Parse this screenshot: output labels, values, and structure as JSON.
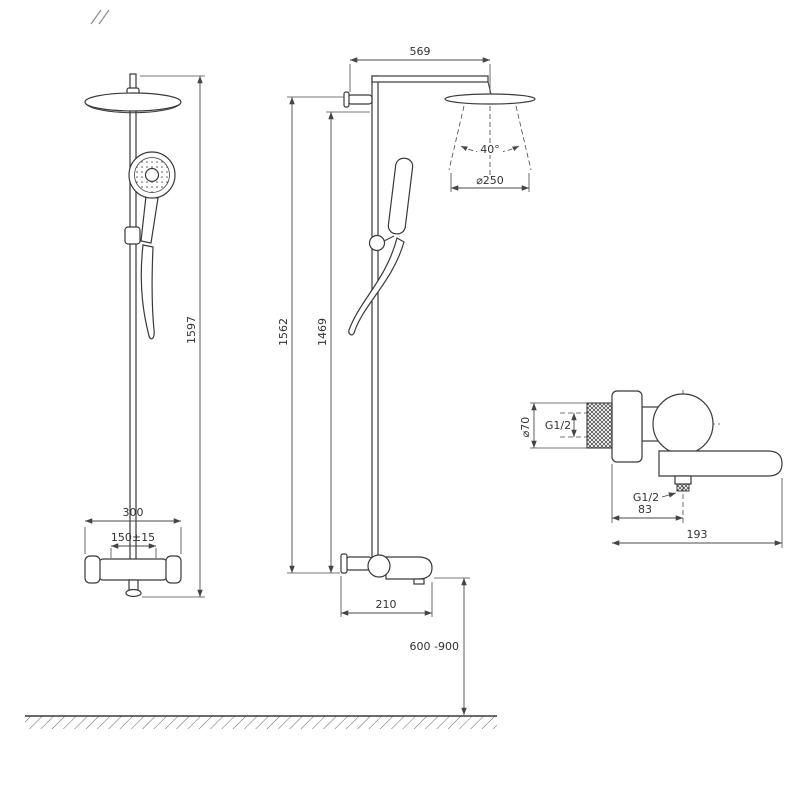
{
  "drawing": {
    "front_view": {
      "overall_height": "1597",
      "valve_width": "300",
      "inlet_spacing": "150±15"
    },
    "side_view": {
      "arm_reach": "569",
      "height_overall": "1562",
      "height_inner": "1469",
      "spray_angle": "40°",
      "head_diameter": "⌀250",
      "spout_reach": "210",
      "install_height": "600 -900"
    },
    "detail_view": {
      "body_diameter": "⌀70",
      "inlet_thread": "G1/2",
      "outlet_thread": "G1/2",
      "outlet_offset": "83",
      "total_depth": "193"
    }
  }
}
